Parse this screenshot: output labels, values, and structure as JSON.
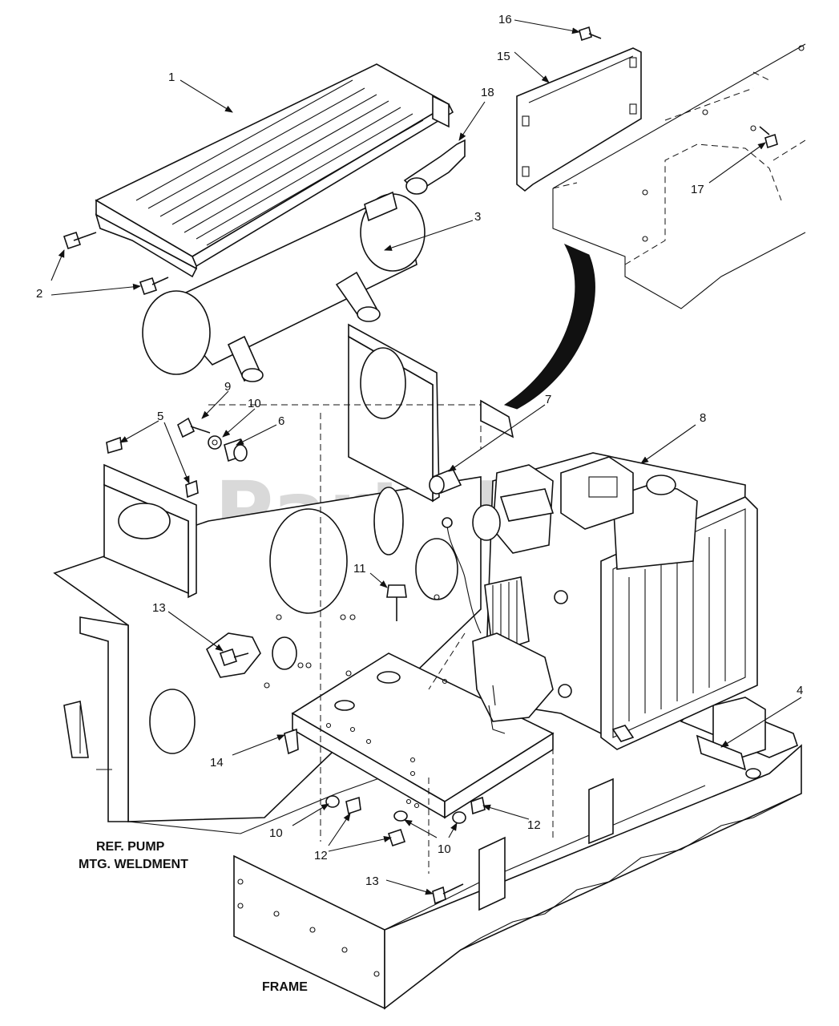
{
  "watermark": "PartsTree",
  "captions": {
    "pump": [
      "REF. PUMP",
      "MTG. WELDMENT"
    ],
    "frame": "FRAME"
  },
  "callouts": {
    "c1": "1",
    "c2": "2",
    "c3": "3",
    "c4": "4",
    "c5": "5",
    "c6": "6",
    "c7": "7",
    "c8": "8",
    "c9": "9",
    "c10a": "10",
    "c10b": "10",
    "c10c": "10",
    "c11": "11",
    "c12a": "12",
    "c12b": "12",
    "c13a": "13",
    "c13b": "13",
    "c14": "14",
    "c15": "15",
    "c16": "16",
    "c17": "17",
    "c18": "18"
  }
}
